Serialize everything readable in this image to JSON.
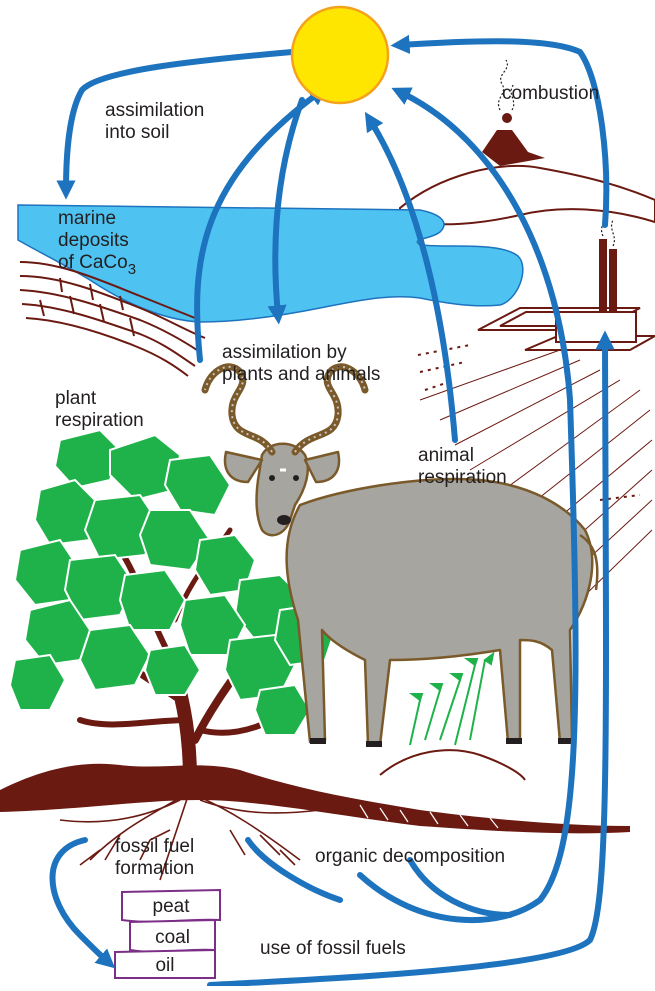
{
  "labels": {
    "assimilation_soil_line1": "assimilation",
    "assimilation_soil_line2": "into soil",
    "combustion": "combustion",
    "marine_line1": "marine",
    "marine_line2": "deposits",
    "marine_line3_main": "of CaCo",
    "marine_line3_sub": "3",
    "assim_plants_line1": "assimilation by",
    "assim_plants_line2": "plants and animals",
    "plant_resp_line1": "plant",
    "plant_resp_line2": "respiration",
    "animal_resp_line1": "animal",
    "animal_resp_line2": "respiration",
    "fossil_form_line1": "fossil fuel",
    "fossil_form_line2": "formation",
    "organic_decomp": "organic decomposition",
    "use_fossil": "use of fossil fuels",
    "peat": "peat",
    "coal": "coal",
    "oil": "oil"
  },
  "colors": {
    "arrow": "#1e73be",
    "sun_fill": "#ffe600",
    "sun_stroke": "#f4a21c",
    "water": "#4ec3f1",
    "leaf": "#1fb24a",
    "wood": "#6b1a12",
    "animal": "#a7a5a0",
    "animal_stroke": "#7a5a2a",
    "fuel_box": "#7b2f86"
  }
}
